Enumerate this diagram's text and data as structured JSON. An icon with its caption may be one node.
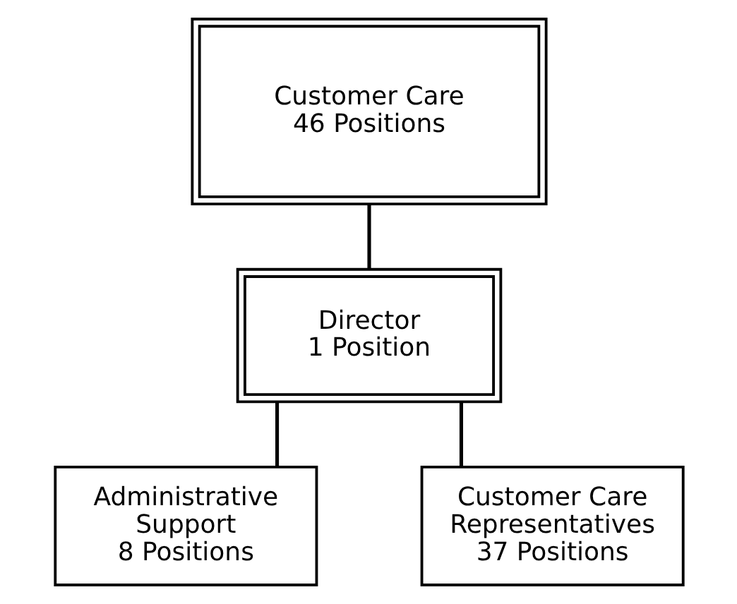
{
  "diagram": {
    "nodes": [
      {
        "text": [
          "Customer Care",
          "46 Positions"
        ]
      },
      {
        "text": [
          "Director",
          "1 Position"
        ]
      },
      {
        "text": [
          "Administrative Support",
          "8 Positions"
        ]
      },
      {
        "text": [
          "Customer Care Representatives",
          "37 Positions"
        ]
      }
    ],
    "edges": [
      {
        "from": 0,
        "to": 1,
        "arrow": "none"
      },
      {
        "from": 1,
        "to": 2,
        "arrow": "none"
      },
      {
        "from": 1,
        "to": 3,
        "arrow": "none"
      }
    ]
  }
}
